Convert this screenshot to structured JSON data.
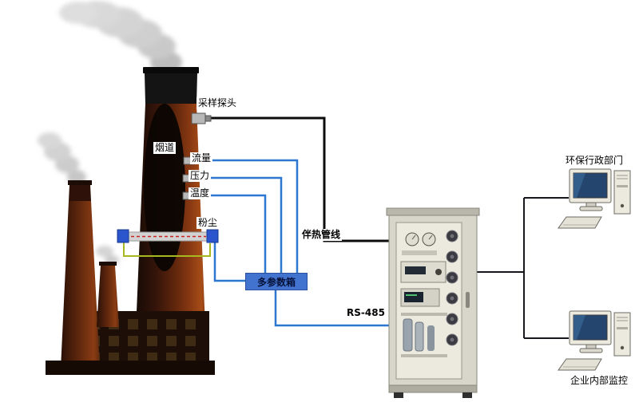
{
  "diagram": {
    "stack_labels": {
      "sampling_probe": "采样探头",
      "flue": "烟道",
      "flow": "流量",
      "pressure": "压力",
      "temperature": "温度",
      "dust": "粉尘"
    },
    "multi_param_box": "多参数箱",
    "line_labels": {
      "heated_pipeline": "伴热管线",
      "rs485": "RS-485"
    },
    "terminals": {
      "epa_department": "环保行政部门",
      "enterprise_monitoring": "企业内部监控"
    },
    "colors": {
      "signal_line_blue": "#2e77d0",
      "heated_line_black": "#0c0c0c",
      "dust_loop_green": "#a8b820",
      "beam_red": "#cc2222",
      "multi_param_box_blue": "#4273cf",
      "chimney_brown": "#8a3a12",
      "smoke_gray": "#cccccc"
    }
  }
}
